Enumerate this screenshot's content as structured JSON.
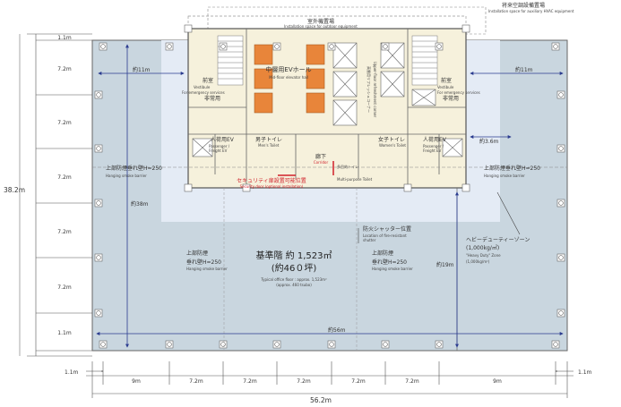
{
  "header": {
    "top_jp": "将来空調設備置場",
    "top_en": "Installation space for auxiliary HVAC equipment",
    "outdoor_jp": "室外機置場",
    "outdoor_en": "Installation space for outdoor equipment"
  },
  "core": {
    "elevator_hall_jp": "中層用EVホール",
    "elevator_hall_en": "Mid-floor elevator hall",
    "refresh_jp": "高層用リフレッシュコーナー",
    "refresh_en": "Upper-floor refreshment corner",
    "storage_left_jp": "前室",
    "storage_left_en": "Vestibule",
    "storage_right_jp": "前室",
    "storage_right_en": "Vestibule",
    "stair_left_jp": "非常用",
    "stair_left_en": "For emergency services",
    "stair_right_jp": "非常用",
    "stair_right_en": "For emergency services",
    "freight_left_jp": "人荷用EV",
    "freight_left_en1": "Passenger /",
    "freight_left_en2": "Freight EV",
    "freight_right_jp": "人荷用EV",
    "freight_right_en1": "Passenger /",
    "freight_right_en2": "Freight EV",
    "toilet_men_jp": "男子トイレ",
    "toilet_men_en": "Men's Toilet",
    "toilet_women_jp": "女子トイレ",
    "toilet_women_en": "Women's Toilet",
    "corridor_jp": "廊下",
    "corridor_en": "Corridor",
    "mw_toilet_jp": "多目的トイレ",
    "mw_toilet_en": "Multi-purpose Toilet",
    "security_jp": "セキュリティ扉設置可能位置",
    "security_en": "Security door (optional installation)"
  },
  "office": {
    "smoke_barrier_jp": "上部防煙垂れ壁H=250",
    "smoke_barrier_en": "Hanging smoke barrier",
    "smoke_barrier_jp_line1": "上部防煙",
    "smoke_barrier_jp_line2": "垂れ壁H=250",
    "smoke_barrier_en2": "Hanging smoke barrier",
    "floor_area_jp": "基準階 約 1,523㎡",
    "floor_area_tsubo": "(約46０坪)",
    "floor_area_en1": "Typical office floor : approx. 1,523m²",
    "floor_area_en2": "(approx. 460 tsubo)",
    "fire_shutter_jp": "防火シャッター位置",
    "fire_shutter_en1": "Location of fire-resistant",
    "fire_shutter_en2": "shutter",
    "heavy_duty_jp": "ヘビーデューティーゾーン",
    "heavy_duty_load": "(1,000kg/㎡)",
    "heavy_duty_en": "\"Heavy Duty\" Zone",
    "heavy_duty_en_load": "(1,000kg/m²)"
  },
  "dims": {
    "d11m": "約11m",
    "d38m_inner": "約38m",
    "d36m": "約3.6m",
    "d19m": "約19m",
    "d56m_inner": "約56m",
    "left_total": "38.2m",
    "left_rows": [
      "1.1m",
      "7.2m",
      "7.2m",
      "7.2m",
      "7.2m",
      "7.2m",
      "1.1m"
    ],
    "bottom_cols": [
      "9m",
      "7.2m",
      "7.2m",
      "7.2m",
      "7.2m",
      "7.2m",
      "9m"
    ],
    "bottom_left_edge": "1.1m",
    "bottom_right_edge": "1.1m",
    "bottom_total": "56.2m"
  },
  "colors": {
    "office_fill": "#c9d6df",
    "core_fill": "#f6f1dc",
    "lobby_fill": "#e4ebf5",
    "elevator_fill": "#e8853a",
    "wall": "#666666",
    "accent_red": "#d0202a",
    "dim_line": "#555555",
    "arrow": "#2a3b8f"
  }
}
